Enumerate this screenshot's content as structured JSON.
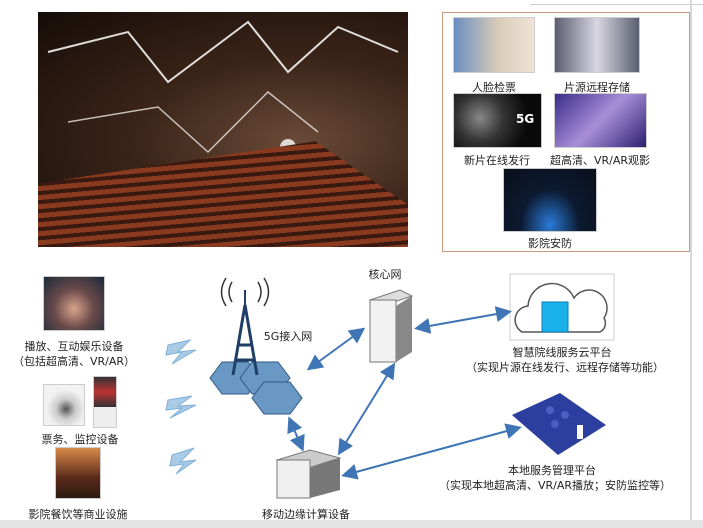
{
  "features": [
    {
      "label": "人脸检票",
      "icon": "face-ticket-photo"
    },
    {
      "label": "片源远程存储",
      "icon": "server-storage-photo"
    },
    {
      "label": "新片在线发行",
      "icon": "film-reel-5g-photo",
      "badge": "5G"
    },
    {
      "label": "超高清、VR/AR观影",
      "icon": "vr-viewing-photo"
    },
    {
      "label": "影院安防",
      "icon": "security-monitor-photo"
    }
  ],
  "devices": {
    "entertainment": {
      "line1": "播放、互动娱乐设备",
      "line2": "（包括超高清、VR/AR）"
    },
    "ticketing": {
      "label": "票务、监控设备"
    },
    "commerce": {
      "label": "影院餐饮等商业设施"
    }
  },
  "network": {
    "access": "5G接入网",
    "core": "核心网",
    "edge": "移动边缘计算设备",
    "cloud": {
      "title": "智慧院线服务云平台",
      "desc": "（实现片源在线发行、远程存储等功能）"
    },
    "local": {
      "title": "本地服务管理平台",
      "desc": "（实现本地超高清、VR/AR播放；安防监控等）"
    }
  },
  "colors": {
    "arrow": "#3f74b5",
    "hex": "#6a98c4",
    "border": "#c99a7a",
    "cloudScreen": "#1ab0ea",
    "local": "#2c3f9e"
  }
}
